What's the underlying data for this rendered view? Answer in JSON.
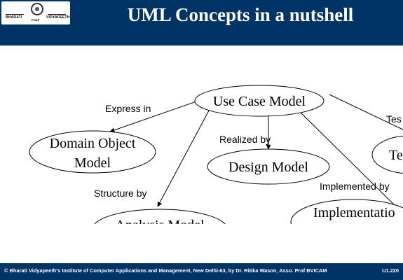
{
  "header": {
    "title": "UML Concepts in a nutshell",
    "logo": {
      "left_text": "BHARATI",
      "right_text": "VIDYAPEETH",
      "bottom_text": "PUNE"
    }
  },
  "diagram": {
    "nodes": {
      "use_case": "Use Case Model",
      "domain_object_line1": "Domain Object",
      "domain_object_line2": "Model",
      "design": "Design Model",
      "test_partial": "Te",
      "implementation_partial": "Implementatio",
      "analysis_partial": "Analysis Model"
    },
    "edges": {
      "express_in": "Express in",
      "realized_by": "Realized by",
      "structure_by": "Structure by",
      "implemented_by_partial": "Implemented by",
      "tested_partial": "Tes"
    }
  },
  "footer": {
    "text": "© Bharati Vidyapeeth's Institute of Computer Applications and Management, New Delhi-63, by Dr. Ritika Wason, Asso. Prof BVICAM",
    "slide_number": "U1.220"
  }
}
